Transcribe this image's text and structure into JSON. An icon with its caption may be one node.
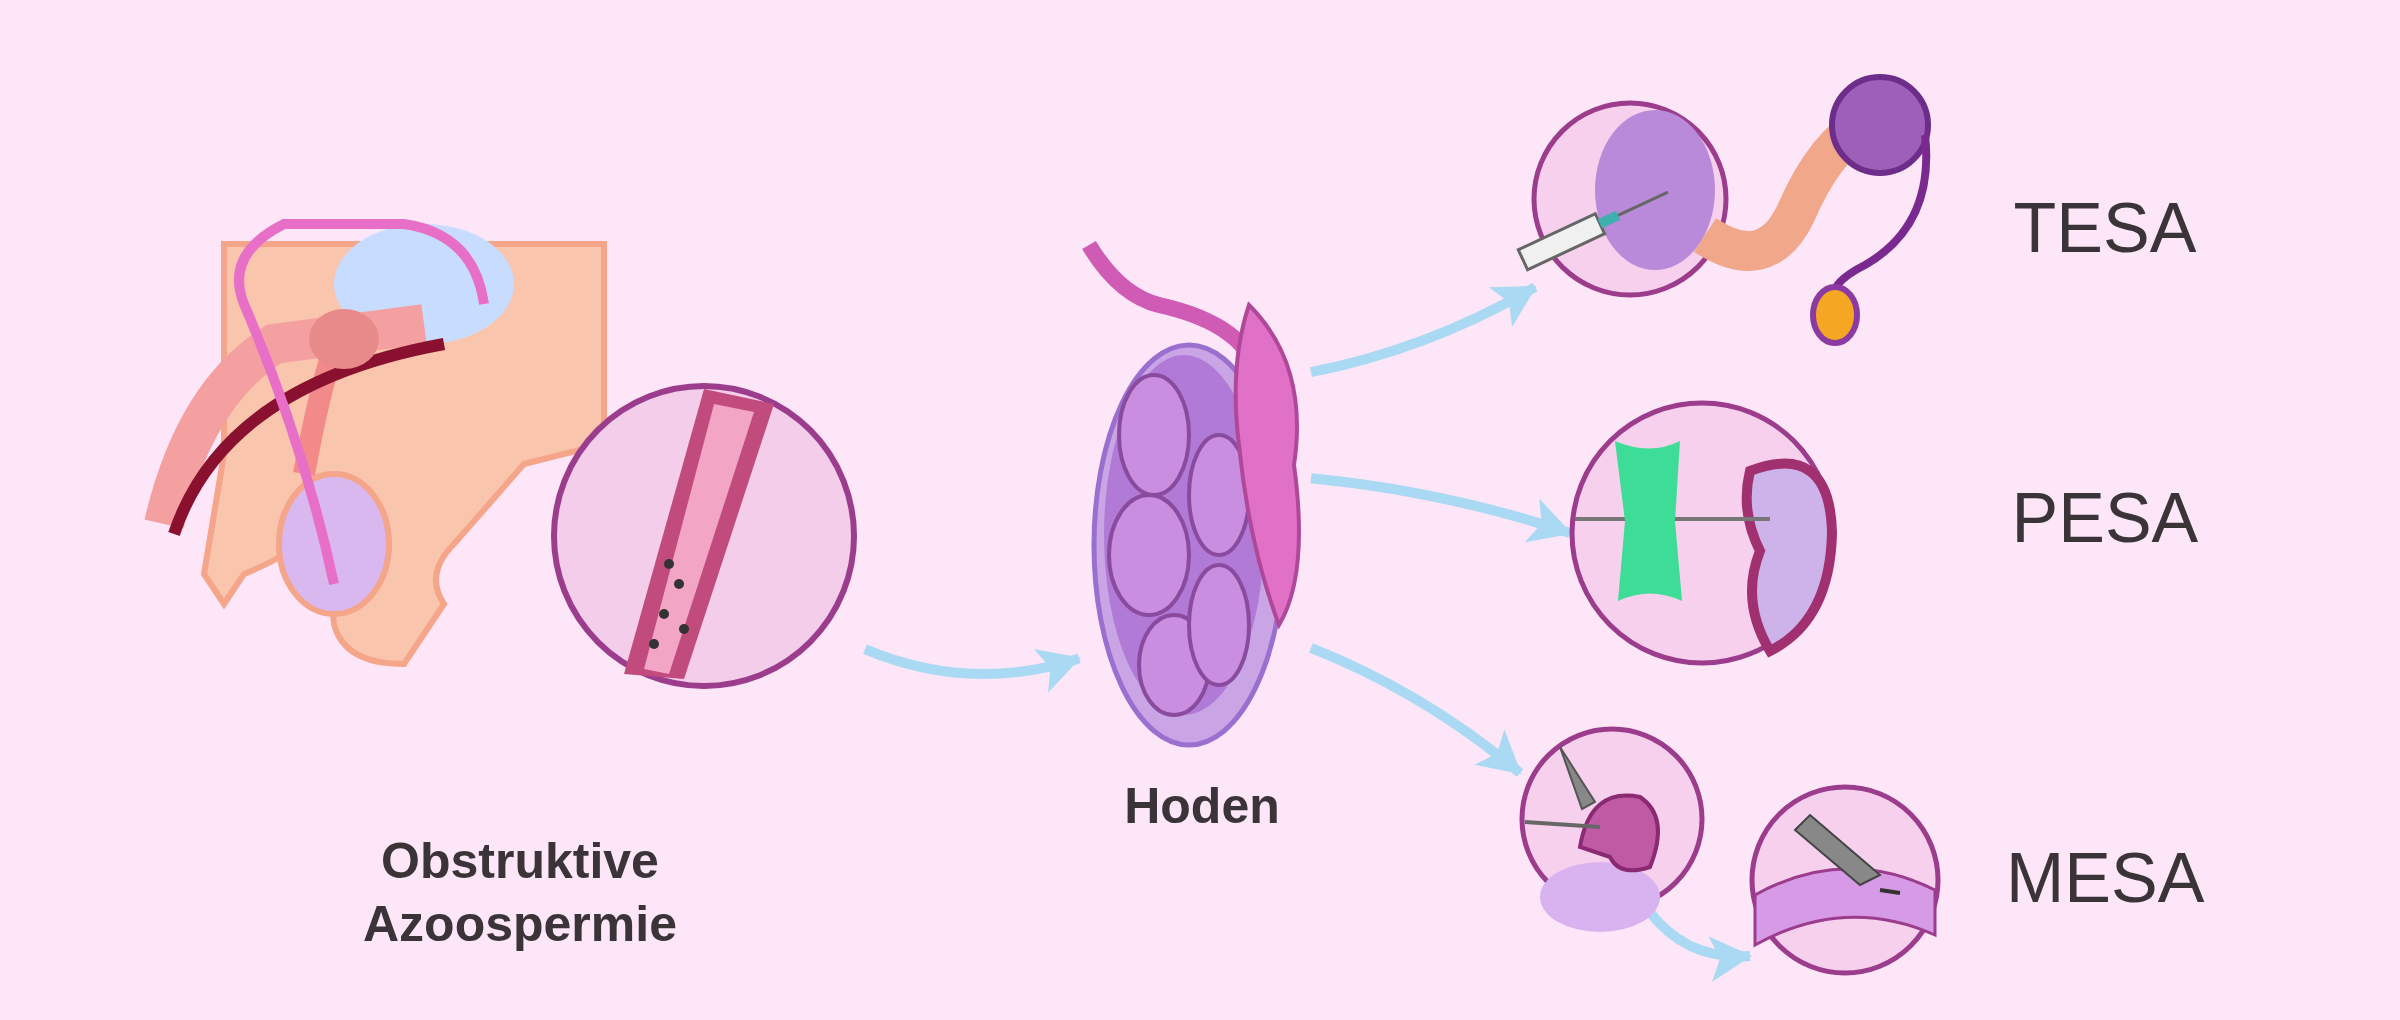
{
  "diagram": {
    "nodes": [
      {
        "text": [],
        "shape": "picture",
        "beside": [
          "Obstruktive Azoospermie"
        ]
      },
      {
        "text": [],
        "shape": "picture",
        "beside": [
          "Hoden"
        ]
      },
      {
        "text": [],
        "shape": "picture",
        "beside": [
          "TESA"
        ]
      },
      {
        "text": [],
        "shape": "picture",
        "beside": [
          "PESA"
        ]
      },
      {
        "text": [],
        "shape": "picture"
      },
      {
        "text": [],
        "shape": "picture",
        "beside": [
          "MESA"
        ]
      }
    ],
    "edges": [
      {
        "from": 0,
        "to": 1,
        "arrow": "to"
      },
      {
        "from": 1,
        "to": 2,
        "arrow": "to"
      },
      {
        "from": 1,
        "to": 3,
        "arrow": "to"
      },
      {
        "from": 1,
        "to": 4,
        "arrow": "to"
      },
      {
        "from": 4,
        "to": 5,
        "arrow": "to"
      }
    ]
  }
}
